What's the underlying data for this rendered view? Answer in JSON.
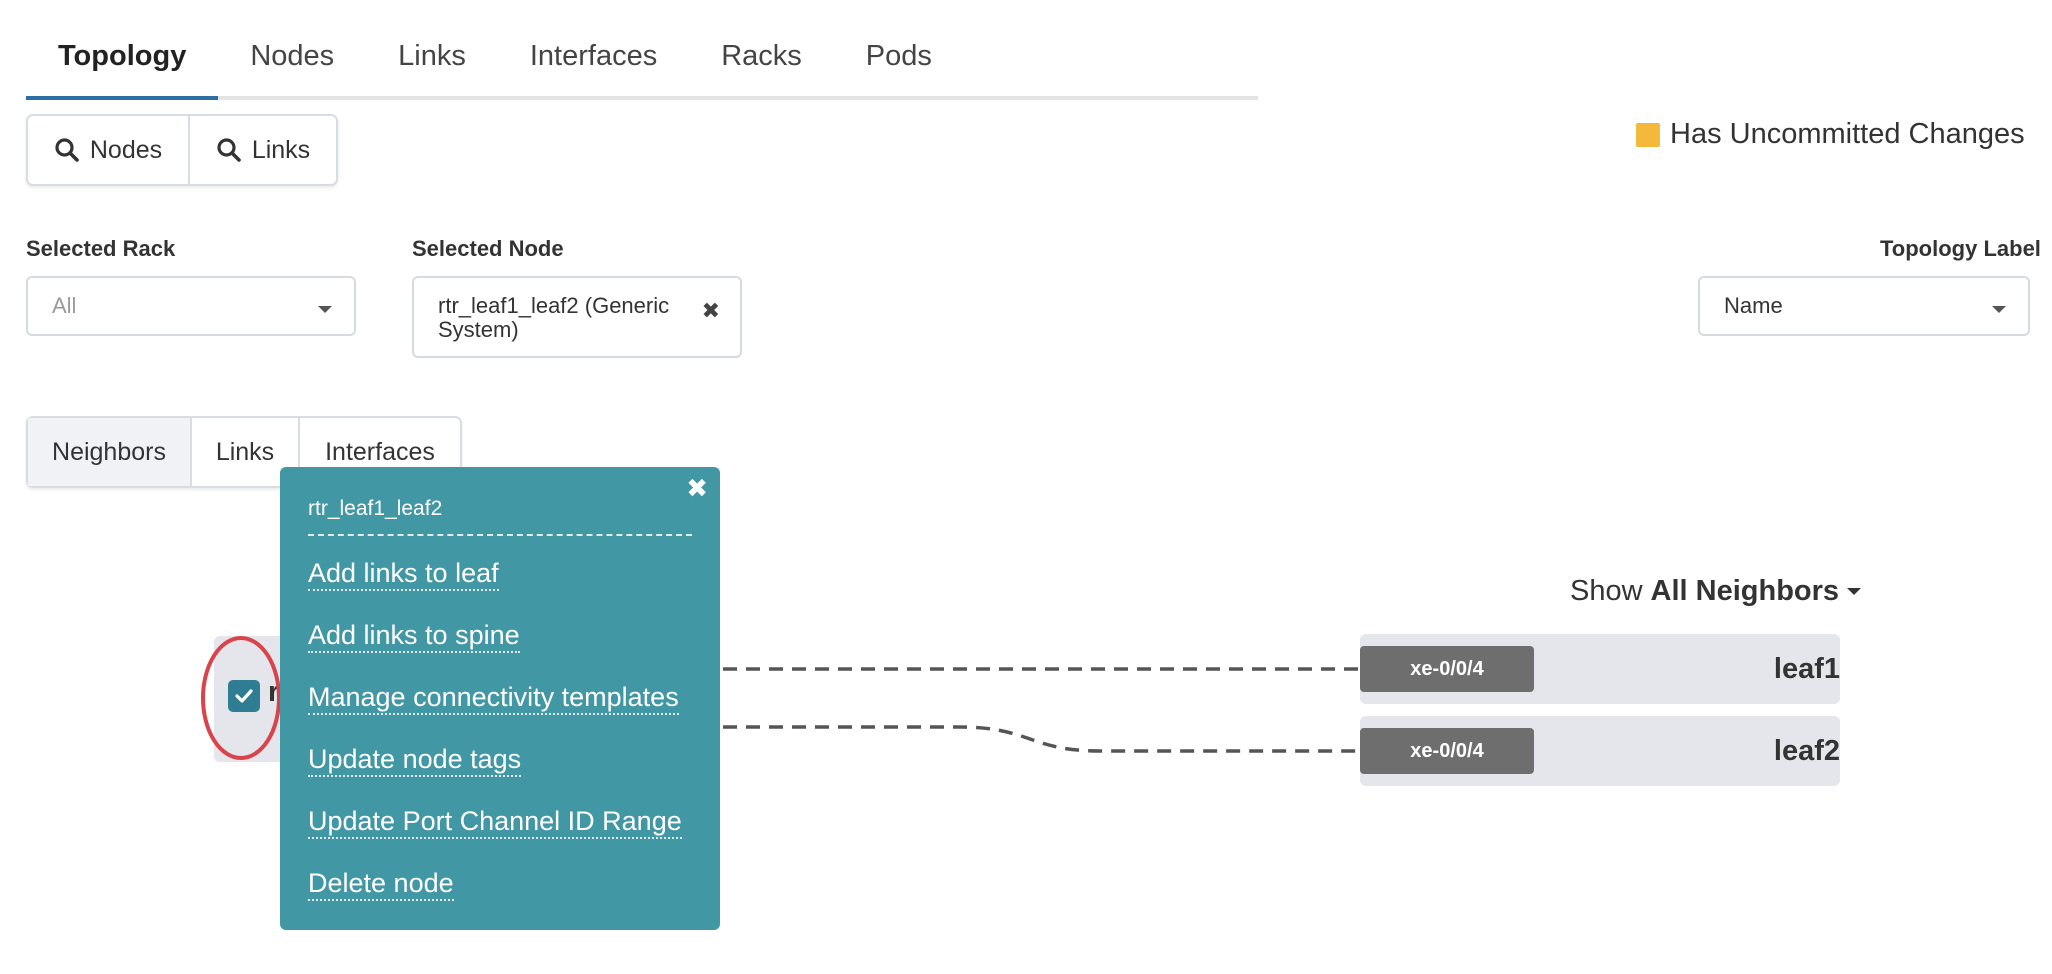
{
  "tabs": [
    {
      "label": "Topology",
      "active": true
    },
    {
      "label": "Nodes",
      "active": false
    },
    {
      "label": "Links",
      "active": false
    },
    {
      "label": "Interfaces",
      "active": false
    },
    {
      "label": "Racks",
      "active": false
    },
    {
      "label": "Pods",
      "active": false
    }
  ],
  "search": {
    "nodes_label": "Nodes",
    "links_label": "Links",
    "icon": "search-icon"
  },
  "legend": {
    "label": "Has Uncommitted Changes",
    "color": "#f2b93b"
  },
  "selected_rack": {
    "label": "Selected Rack",
    "value": "All"
  },
  "selected_node": {
    "label": "Selected Node",
    "value": "rtr_leaf1_leaf2 (Generic System)"
  },
  "topology_label": {
    "label": "Topology Label",
    "value": "Name"
  },
  "sub_tabs": [
    {
      "label": "Neighbors",
      "active": true
    },
    {
      "label": "Links",
      "active": false
    },
    {
      "label": "Interfaces",
      "active": false
    }
  ],
  "show_neighbors": {
    "prefix": "Show",
    "value": "All Neighbors"
  },
  "graph": {
    "local_node_initial": "r",
    "local_node_checked": true,
    "neighbors": [
      {
        "name": "leaf1",
        "interface": "xe-0/0/4"
      },
      {
        "name": "leaf2",
        "interface": "xe-0/0/4"
      }
    ]
  },
  "popover": {
    "title": "rtr_leaf1_leaf2",
    "items": [
      "Add links to leaf",
      "Add links to spine",
      "Manage connectivity templates",
      "Update node tags",
      "Update Port Channel ID Range",
      "Delete node"
    ]
  },
  "colors": {
    "active_tab_underline": "#2e6fa3",
    "popover_bg": "#4297a4",
    "interface_pill": "#6e6e6e",
    "highlight_ring": "#d9434b",
    "checkbox": "#2f7d93"
  }
}
